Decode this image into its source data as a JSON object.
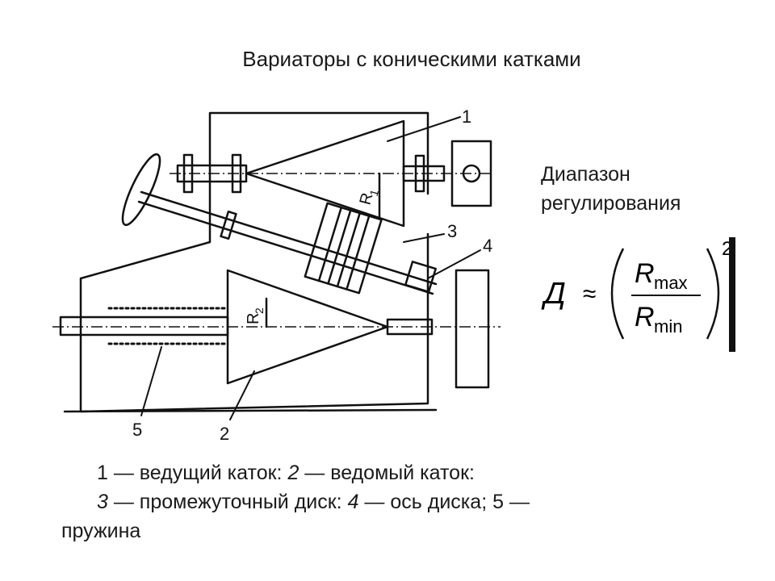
{
  "title": "Вариаторы с коническими катками",
  "range_label": {
    "line1": "Диапазон",
    "line2": "регулирования"
  },
  "formula": {
    "lhs": "Д",
    "approx": "≈",
    "numerator_base": "R",
    "numerator_sub": "max",
    "denominator_base": "R",
    "denominator_sub": "min",
    "exponent": "2"
  },
  "diagram": {
    "part_labels": [
      "1",
      "2",
      "3",
      "4",
      "5"
    ],
    "dimension_labels": {
      "r1_base": "R",
      "r1_sub": "1",
      "r2_base": "R",
      "r2_sub": "2"
    }
  },
  "caption": {
    "n1": "1",
    "t1": " — ведущий каток: ",
    "n2": "2",
    "t2": " — ведомый каток:",
    "n3": "3",
    "t3": " — промежуточный диск: ",
    "n4": "4",
    "t4": " — ось диска; ",
    "n5": "5",
    "t5": " —",
    "t6": "пружина"
  },
  "colors": {
    "ink": "#111111",
    "background": "#ffffff"
  }
}
